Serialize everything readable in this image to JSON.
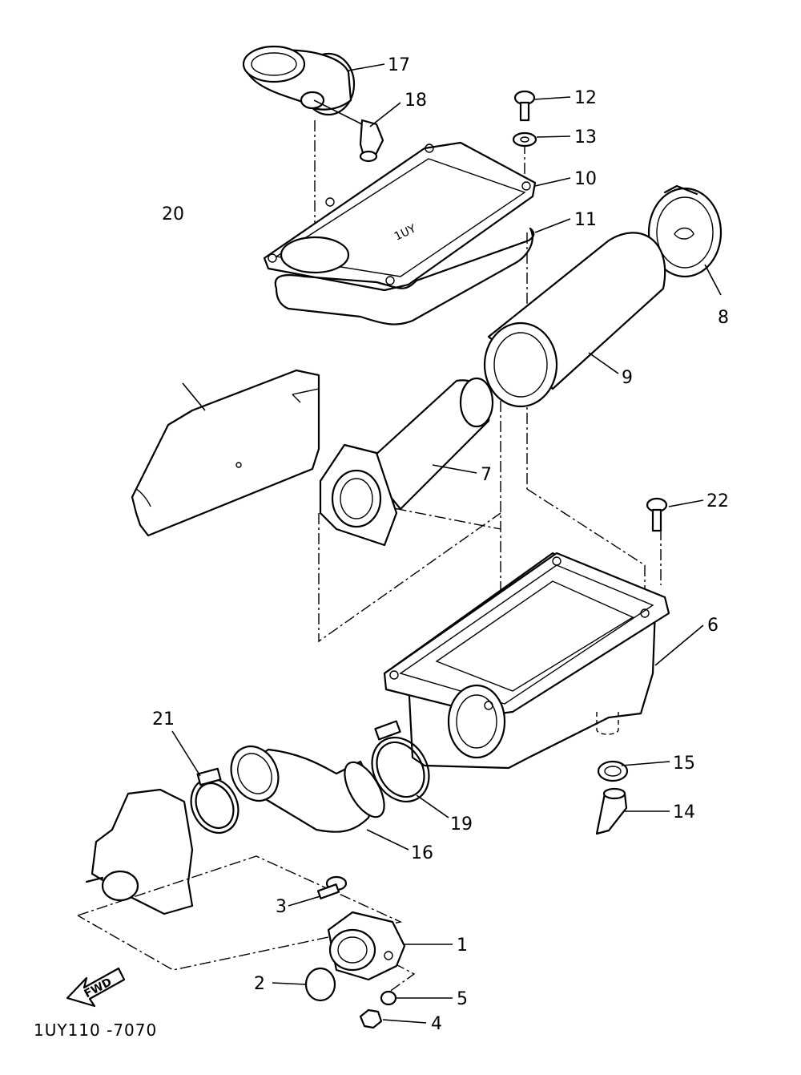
{
  "callouts": [
    "1",
    "2",
    "3",
    "4",
    "5",
    "6",
    "7",
    "8",
    "9",
    "10",
    "11",
    "12",
    "13",
    "14",
    "15",
    "16",
    "17",
    "18",
    "19",
    "20",
    "21",
    "22"
  ],
  "cover_marking": "1UY",
  "fwd_label": "FWD",
  "diagram_code": "1UY110 -7070"
}
